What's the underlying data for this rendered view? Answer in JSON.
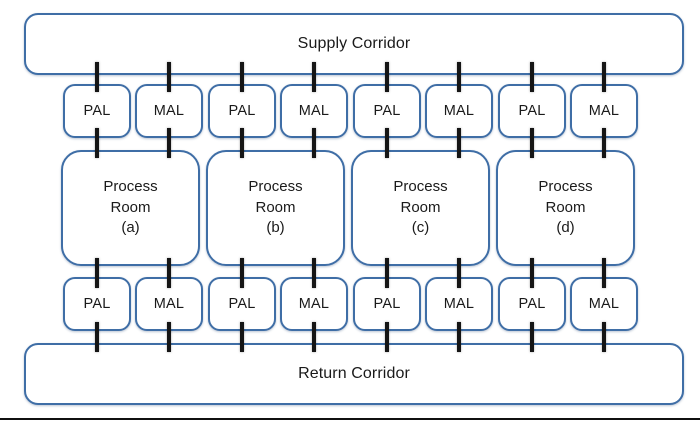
{
  "figure": {
    "title_top": "Supply Corridor",
    "title_bottom": "Return Corridor",
    "process_room_line1": "Process",
    "process_room_line2": "Room",
    "pal_label": "PAL",
    "mal_label": "MAL",
    "accent_color": "#3f6ea6",
    "connector_color": "#151515",
    "background_color": "#ffffff"
  },
  "corridors": {
    "supply": {
      "label": "Supply Corridor"
    },
    "return": {
      "label": "Return Corridor"
    }
  },
  "airlocks_top": [
    {
      "label": "PAL"
    },
    {
      "label": "MAL"
    },
    {
      "label": "PAL"
    },
    {
      "label": "MAL"
    },
    {
      "label": "PAL"
    },
    {
      "label": "MAL"
    },
    {
      "label": "PAL"
    },
    {
      "label": "MAL"
    }
  ],
  "airlocks_bottom": [
    {
      "label": "PAL"
    },
    {
      "label": "MAL"
    },
    {
      "label": "PAL"
    },
    {
      "label": "MAL"
    },
    {
      "label": "PAL"
    },
    {
      "label": "MAL"
    },
    {
      "label": "PAL"
    },
    {
      "label": "MAL"
    }
  ],
  "process_rooms": [
    {
      "line1": "Process",
      "line2": "Room",
      "index": "(a)"
    },
    {
      "line1": "Process",
      "line2": "Room",
      "index": "(b)"
    },
    {
      "line1": "Process",
      "line2": "Room",
      "index": "(c)"
    },
    {
      "line1": "Process",
      "line2": "Room",
      "index": "(d)"
    }
  ]
}
